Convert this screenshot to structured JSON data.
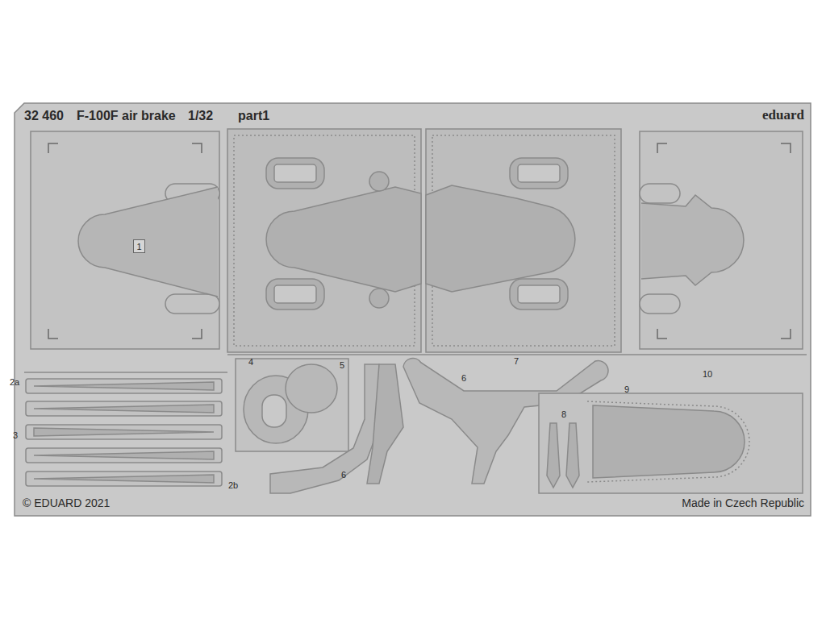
{
  "diagram": {
    "nodes": [
      {
        "text": [
          "1"
        ]
      }
    ],
    "labels": [
      "32 460",
      "F-100F air brake",
      "1/32",
      "part1",
      "eduard",
      "2a",
      "3",
      "2b",
      "4",
      "5",
      "6",
      "6",
      "7",
      "8",
      "9",
      "10",
      "© EDUARD 2021",
      "Made in Czech Republic"
    ]
  }
}
